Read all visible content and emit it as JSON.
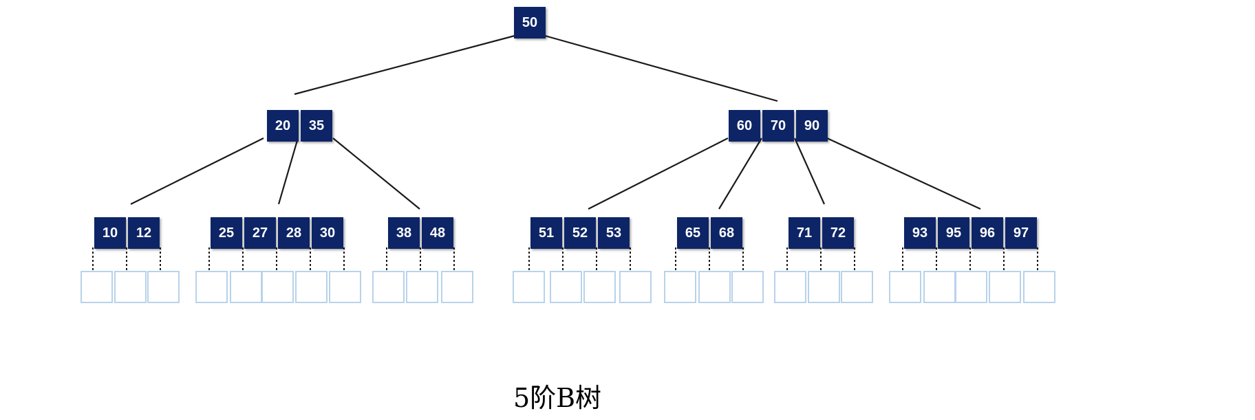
{
  "caption": "5阶B树",
  "colors": {
    "key_fill": "#0d2566",
    "key_text": "#ffffff",
    "edge": "#1a1a1a",
    "leaf_border": "#b8d2ea"
  },
  "tree": {
    "root": {
      "keys": [
        "50"
      ]
    },
    "level1": [
      {
        "keys": [
          "20",
          "35"
        ]
      },
      {
        "keys": [
          "60",
          "70",
          "90"
        ]
      }
    ],
    "level2": [
      {
        "keys": [
          "10",
          "12"
        ]
      },
      {
        "keys": [
          "25",
          "27",
          "28",
          "30"
        ]
      },
      {
        "keys": [
          "38",
          "48"
        ]
      },
      {
        "keys": [
          "51",
          "52",
          "53"
        ]
      },
      {
        "keys": [
          "65",
          "68"
        ]
      },
      {
        "keys": [
          "71",
          "72"
        ]
      },
      {
        "keys": [
          "93",
          "95",
          "96",
          "97"
        ]
      }
    ],
    "empty_leaf_groups": [
      3,
      5,
      3,
      4,
      3,
      3,
      5
    ]
  }
}
